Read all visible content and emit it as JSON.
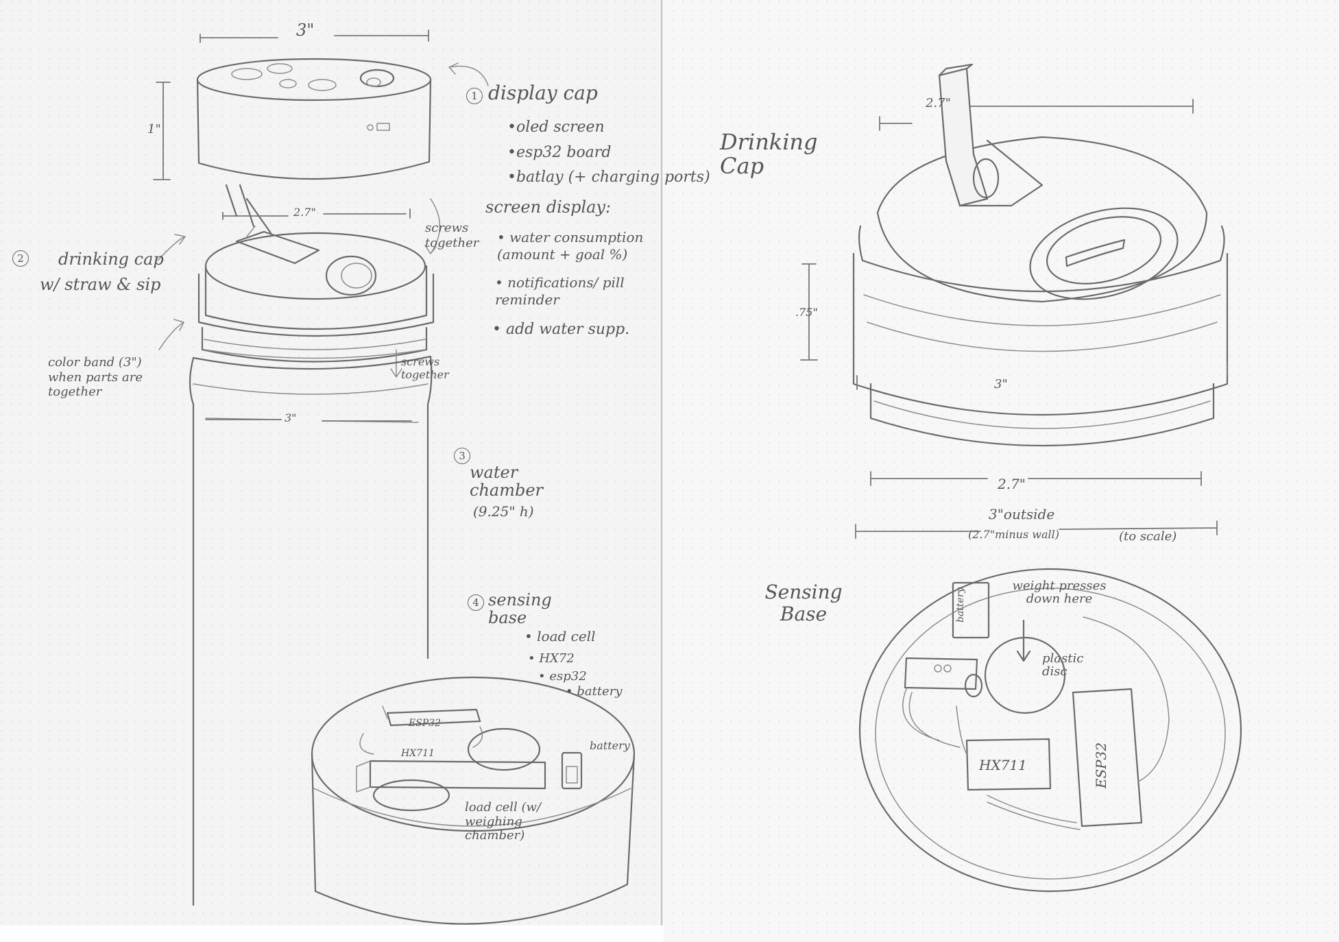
{
  "left_sheet": {
    "dim_top_width": "3\"",
    "dim_cap_height": "1\"",
    "dim_cap_inner": "2.7\"",
    "dim_chamber_width": "3\"",
    "part1": {
      "number": "1",
      "title": "display cap",
      "items": [
        "•oled screen",
        "•esp32 board",
        "•batlay (+ charging ports)"
      ],
      "screen_display_label": "screen display:",
      "screen_items": [
        "• water consumption (amount + goal %)",
        "• notifications/ pill reminder",
        "• add water supp."
      ]
    },
    "screws_together_1": "screws together",
    "part2": {
      "number": "2",
      "title": "drinking cap",
      "subtitle": "w/ straw & sip"
    },
    "color_band": "color band (3\") when parts are together",
    "screws_together_2": "screws together",
    "part3": {
      "number": "3",
      "title": "water chamber",
      "height": "(9.25\" h)"
    },
    "part4": {
      "number": "4",
      "title": "sensing base",
      "items": [
        "• load cell",
        "• HX72",
        "• esp32",
        "• battery"
      ]
    },
    "base_labels": {
      "esp32": "ESP32",
      "hx711": "HX711",
      "battery": "battery",
      "load_cell": "load cell (w/ weighing chamber)"
    }
  },
  "right_sheet": {
    "drinking_cap_title": "Drinking Cap",
    "dim_top": "2.7\"",
    "dim_height": ".75\"",
    "dim_mid": "3\"",
    "dim_inner": "2.7\"",
    "dim_outside": "3\"outside",
    "dim_minus_wall": "(2.7\"minus wall)",
    "to_scale": "(to scale)",
    "sensing_base_title": "Sensing Base",
    "weight_note": "weight presses down here",
    "plastic_disc": "plastic disc",
    "battery": "battery",
    "hx711": "HX711",
    "esp32": "ESP32"
  }
}
